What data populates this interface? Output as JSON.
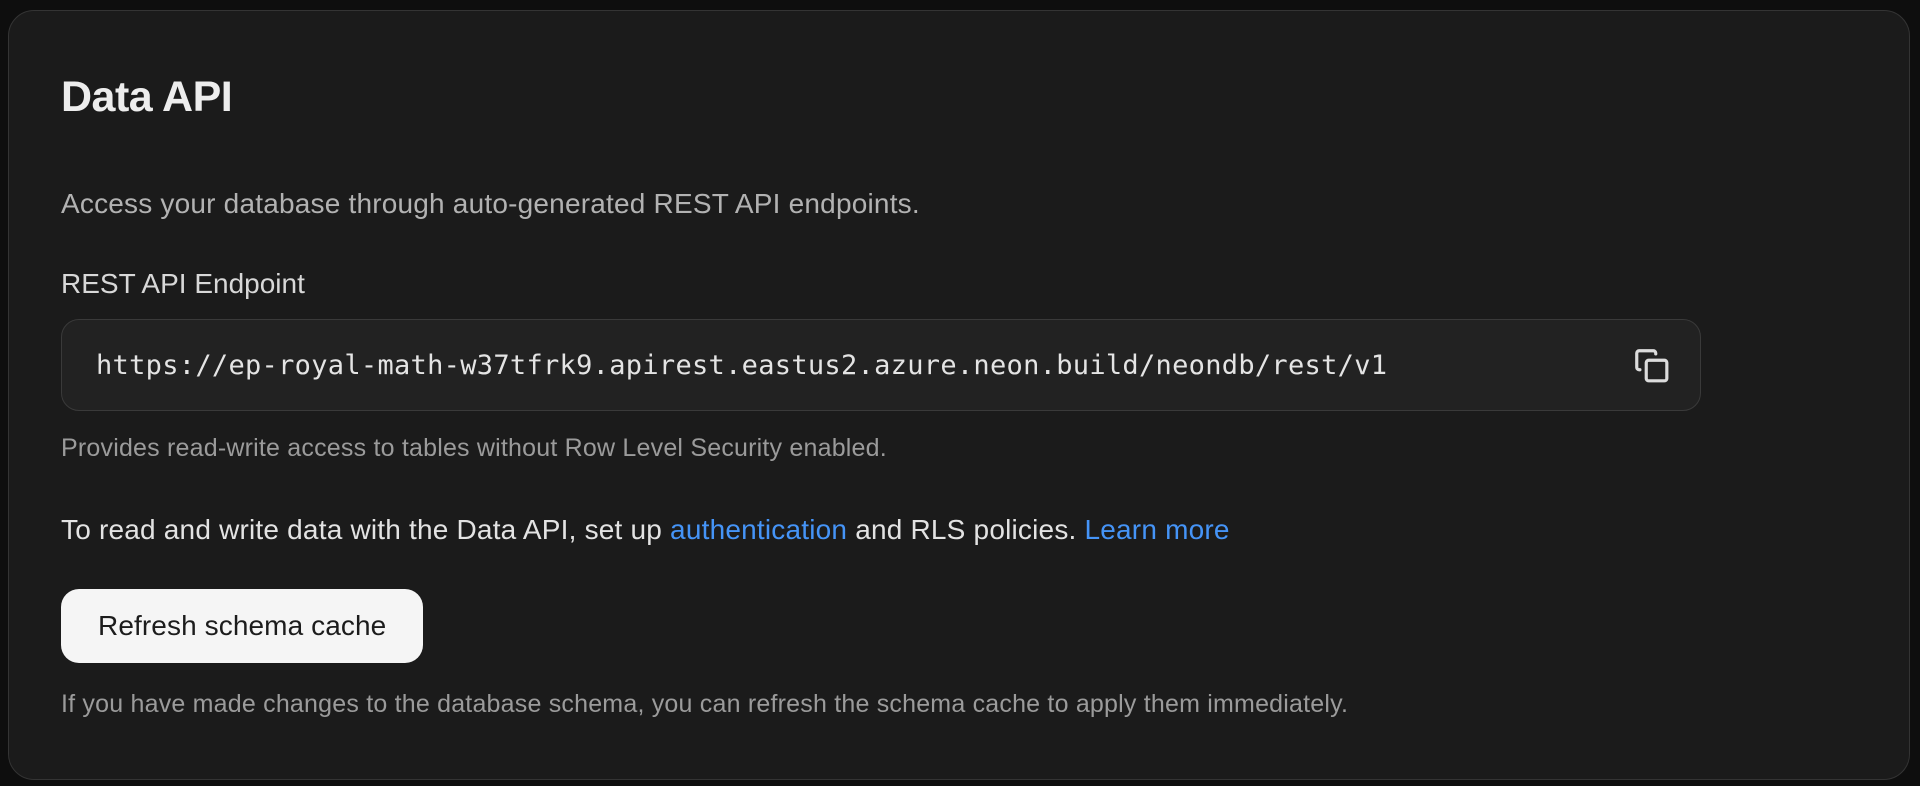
{
  "card": {
    "title": "Data API",
    "description": "Access your database through auto-generated REST API endpoints.",
    "endpoint": {
      "label": "REST API Endpoint",
      "url": "https://ep-royal-math-w37tfrk9.apirest.eastus2.azure.neon.build/neondb/rest/v1",
      "copy_icon": "copy-icon",
      "helper": "Provides read-write access to tables without Row Level Security enabled."
    },
    "note": {
      "prefix": "To read and write data with the Data API, set up ",
      "auth_link": "authentication",
      "middle": " and RLS policies. ",
      "learn_more_link": "Learn more"
    },
    "refresh": {
      "button_label": "Refresh schema cache",
      "helper": "If you have made changes to the database schema, you can refresh the schema cache to apply them immediately."
    }
  },
  "colors": {
    "page_bg": "#0e0e0e",
    "card_bg": "#1b1b1b",
    "card_border": "#343434",
    "input_bg": "#222222",
    "input_border": "#3a3a3a",
    "link_blue": "#4594f7",
    "button_bg": "#f5f5f5",
    "button_text": "#1c1c1c",
    "heading_text": "#ededed",
    "muted_text": "#9b9b9b"
  }
}
